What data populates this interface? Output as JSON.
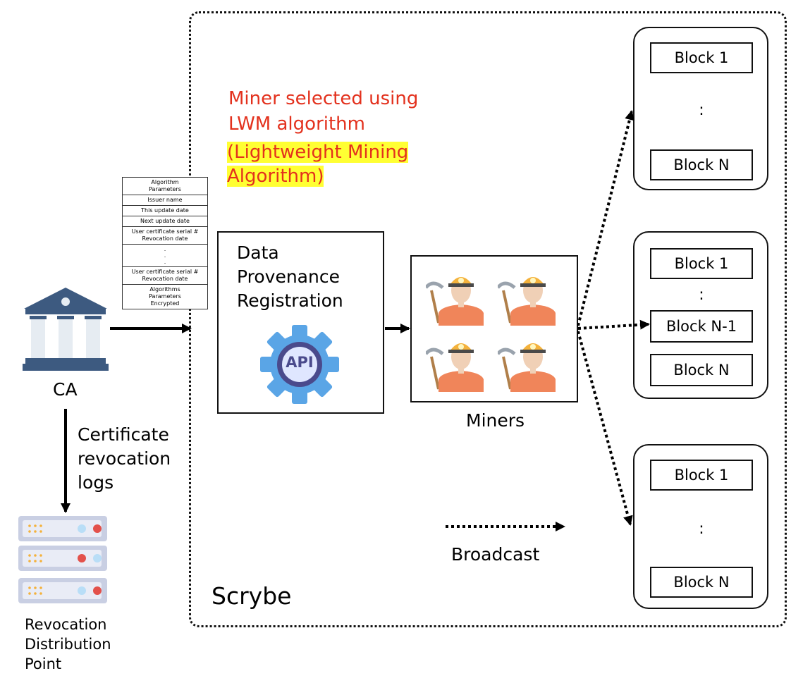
{
  "ca": {
    "label": "CA"
  },
  "certificate_log": {
    "label_lines": [
      "Certificate",
      "revocation",
      "logs"
    ]
  },
  "rdp": {
    "label_lines": [
      "Revocation",
      "Distribution",
      "Point"
    ]
  },
  "crl": {
    "rows": [
      "Algorithm\nParameters",
      "Issuer name",
      "This update date",
      "Next update date",
      "User certificate serial #\nRevocation date",
      ".\n.\n.",
      "User certificate serial #\nRevocation date",
      "Algorithms\nParameters\nEncrypted"
    ]
  },
  "selection_note": {
    "line1": "Miner selected using",
    "line2": "LWM algorithm",
    "highlight_line1": "(Lightweight Mining ",
    "highlight_line2": "Algorithm)"
  },
  "dpr": {
    "title_lines": [
      "Data",
      "Provenance",
      "Registration"
    ],
    "api_label": "API"
  },
  "miners": {
    "label": "Miners"
  },
  "chains": [
    {
      "blocks": [
        "Block 1",
        "Block N"
      ],
      "dots": ":"
    },
    {
      "blocks": [
        "Block 1",
        "Block N-1",
        "Block N"
      ],
      "dots": ":"
    },
    {
      "blocks": [
        "Block 1",
        "Block N"
      ],
      "dots": ":"
    }
  ],
  "legend": {
    "broadcast_label": "Broadcast"
  },
  "system": {
    "name": "Scrybe"
  },
  "colors": {
    "bank": "#3d5a80",
    "bank_light": "#e6ecf2",
    "highlight": "#ffff33",
    "note_red": "#e3311d",
    "api_gear": "#5aa5e6",
    "api_ring": "#4a4a8c",
    "miner_shirt": "#f0855a",
    "miner_helmet": "#f4b23c",
    "server": "#c9cfe3"
  }
}
